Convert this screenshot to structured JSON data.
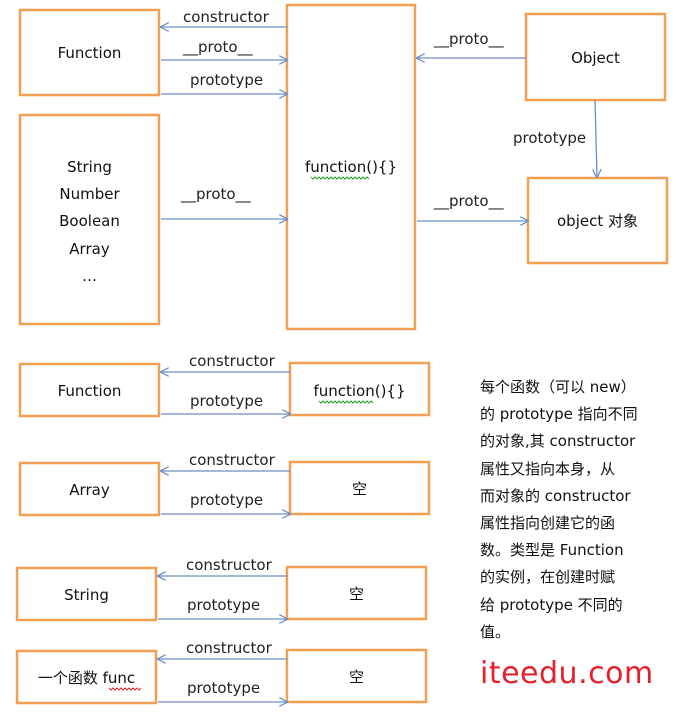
{
  "top": {
    "function_box": "Function",
    "builtin_box": [
      "String",
      "Number",
      "Boolean",
      "Array",
      "…"
    ],
    "center_box": "function(){}",
    "object_box": "Object",
    "object_instance_box": "object 对象",
    "labels": {
      "constructor": "constructor",
      "proto_fn": "__proto__",
      "prototype_fn": "prototype",
      "proto_builtin": "__proto__",
      "proto_center": "__proto__",
      "proto_object": "__proto__",
      "prototype_object": "prototype"
    }
  },
  "pairs": [
    {
      "left": "Function",
      "right": "function(){}",
      "constructor_label": "constructor",
      "prototype_label": "prototype"
    },
    {
      "left": "Array",
      "right": "空",
      "constructor_label": "constructor",
      "prototype_label": "prototype"
    },
    {
      "left": "String",
      "right": "空",
      "constructor_label": "constructor",
      "prototype_label": "prototype"
    },
    {
      "left": "一个函数 func",
      "right": "空",
      "constructor_label": "constructor",
      "prototype_label": "prototype"
    }
  ],
  "description": [
    "每个函数（可以 new）",
    "的 prototype 指向不同",
    "的对象,其 constructor",
    "属性又指向本身，从",
    "而对象的 constructor",
    "属性指向创建它的函",
    "数。类型是 Function",
    "的实例，在创建时赋",
    "给 prototype 不同的",
    "值。"
  ],
  "watermark": "iteedu.com",
  "colors": {
    "box_border": "#f0a050",
    "arrow": "#6a8fc8",
    "watermark": "#e4202a"
  }
}
